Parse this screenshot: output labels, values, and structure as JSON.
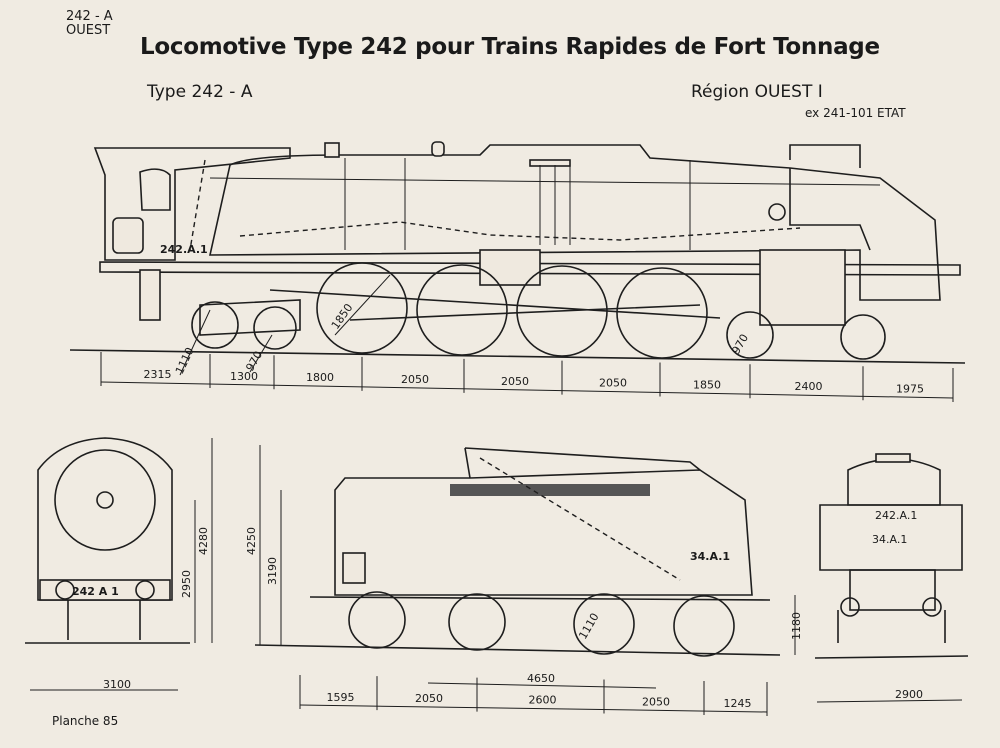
{
  "header": {
    "code_line1": "242 - A",
    "code_line2": "OUEST",
    "title": "Locomotive Type 242 pour Trains Rapides de Fort Tonnage",
    "type": "Type 242 - A",
    "region": "Région OUEST  I",
    "ex": "ex 241-101 ETAT"
  },
  "side_view": {
    "number_plate": "242.A.1",
    "driver_diameter": "1850",
    "bogie_wheel_diameter": "1110",
    "bogie_wheel_diameter2": "970",
    "rear_wheel_diameter": "970",
    "spacings": [
      "2315",
      "1300",
      "1800",
      "2050",
      "2050",
      "2050",
      "1850",
      "2400",
      "1975"
    ]
  },
  "front_view": {
    "number_plate": "242 A 1",
    "height_total": "4280",
    "height_boiler": "2950",
    "width": "3100"
  },
  "tender_side": {
    "number_plate": "34.A.1",
    "height_total": "4250",
    "height_body": "3190",
    "wheel_diameter": "1110",
    "height_buffer": "1180",
    "wheelbase": "4650",
    "spacings": [
      "1595",
      "2050",
      "2600",
      "2050",
      "1245"
    ]
  },
  "tender_rear": {
    "plate_top": "242.A.1",
    "plate_main": "34.A.1",
    "width": "2900"
  },
  "footer": {
    "planche": "Planche 85"
  }
}
